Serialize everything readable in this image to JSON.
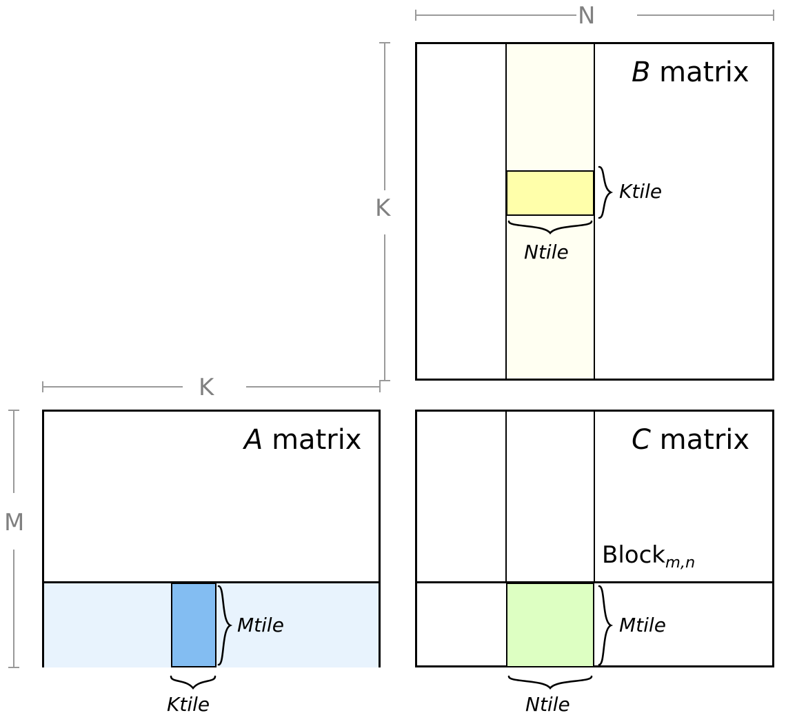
{
  "diagram": {
    "title": "Tiled matrix multiplication blocking diagram",
    "colors": {
      "outline": "#000000",
      "dimension_line": "#999999",
      "dimension_label": "#808080",
      "b_column_fill": "#fffff2",
      "b_tile_fill": "#ffffaa",
      "a_row_fill": "#e8f3fd",
      "a_tile_fill": "#83bdf2",
      "c_tile_fill": "#ddffc2",
      "background": "#ffffff"
    }
  },
  "matrices": {
    "a": {
      "title_italic": "A",
      "title_rest": " matrix",
      "dim_top_label": "K",
      "dim_left_label": "M",
      "tile_width_label": "Ktile",
      "tile_height_label": "Mtile"
    },
    "b": {
      "title_italic": "B",
      "title_rest": " matrix",
      "dim_top_label": "N",
      "dim_right_label": "K",
      "tile_width_label": "Ntile",
      "tile_height_label": "Ktile"
    },
    "c": {
      "title_italic": "C",
      "title_rest": " matrix",
      "block_label_base": "Block",
      "block_label_sub": "m,n",
      "tile_width_label": "Ntile",
      "tile_height_label": "Mtile"
    }
  }
}
